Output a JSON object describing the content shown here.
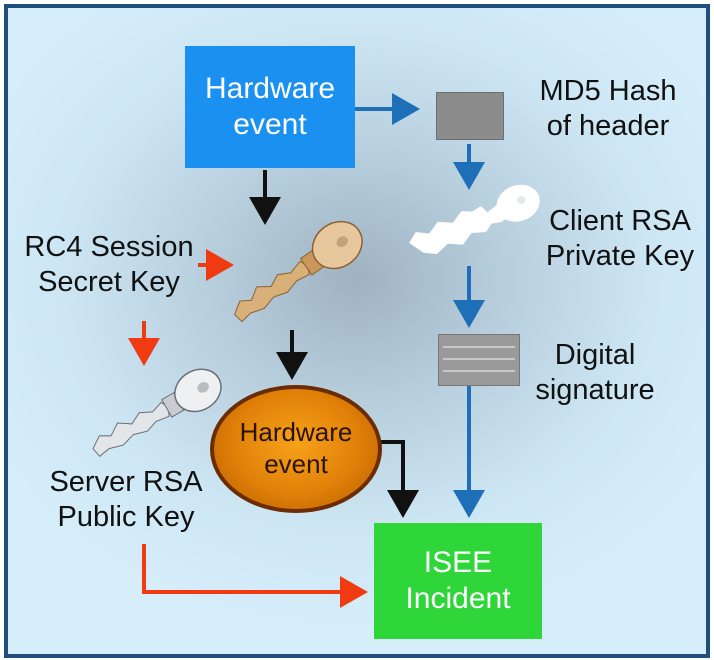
{
  "diagram": {
    "hardware_event_top": [
      "Hardware",
      "event"
    ],
    "md5_label": [
      "MD5 Hash",
      "of header"
    ],
    "client_key_label": [
      "Client RSA",
      "Private Key"
    ],
    "rc4_label": [
      "RC4 Session",
      "Secret Key"
    ],
    "digital_signature_label": [
      "Digital",
      "signature"
    ],
    "hardware_event_oval": [
      "Hardware",
      "event"
    ],
    "server_key_label": [
      "Server RSA",
      "Public Key"
    ],
    "isee_incident": [
      "ISEE",
      "Incident"
    ]
  },
  "colors": {
    "hardware_box": "#1a90f0",
    "isee_box": "#2ed63a",
    "blue_arrow": "#1f6fb8",
    "black_arrow": "#111111",
    "red_arrow": "#f03a12",
    "frame_border": "#1f4f7a"
  }
}
